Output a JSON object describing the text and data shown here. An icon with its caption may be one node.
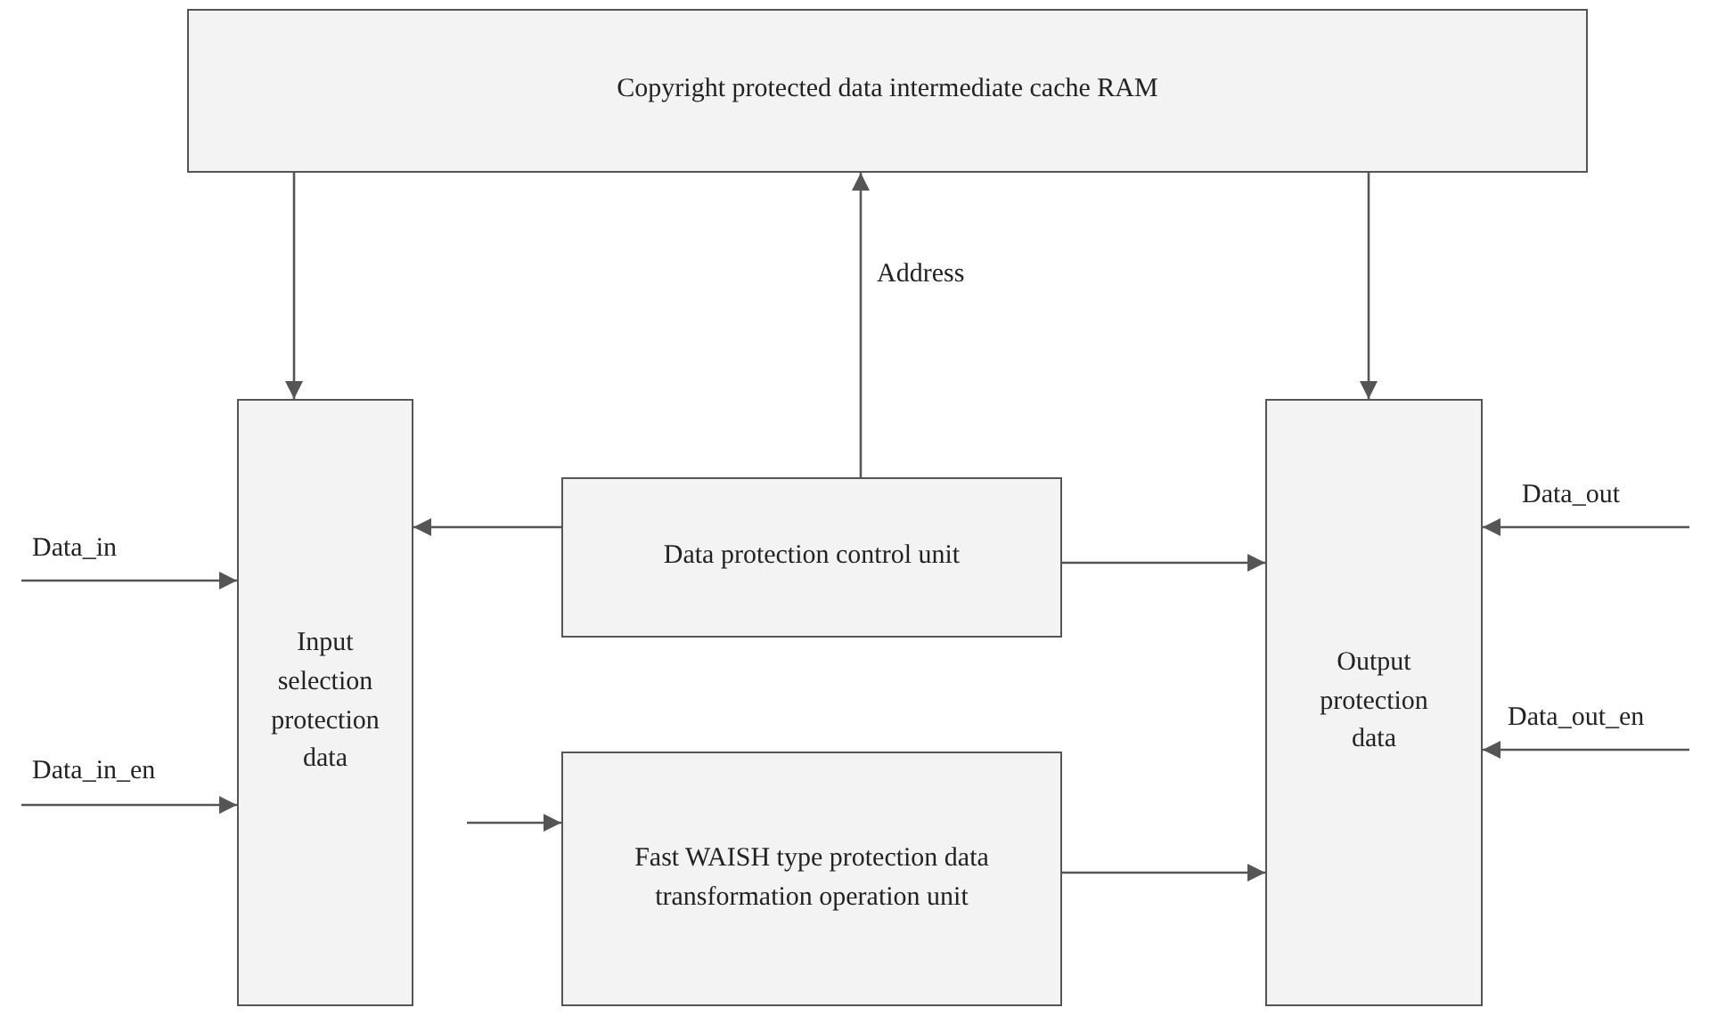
{
  "diagram": {
    "nodes": [
      {
        "text": [
          "Copyright protected data intermediate cache RAM"
        ]
      },
      {
        "text": [
          "Input selection protection data"
        ]
      },
      {
        "text": [
          "Data protection control unit"
        ]
      },
      {
        "text": [
          "Fast WAISH type protection data transformation operation unit"
        ]
      },
      {
        "text": [
          "Output protection data"
        ]
      }
    ],
    "edges": [
      {
        "from": 0,
        "to": 1,
        "arrow": "to"
      },
      {
        "from": 0,
        "to": 4,
        "arrow": "to"
      },
      {
        "from": 2,
        "to": 0,
        "arrow": "to",
        "label": "Address"
      },
      {
        "from": 2,
        "to": 1,
        "arrow": "to"
      },
      {
        "from": 2,
        "to": 4,
        "arrow": "to"
      },
      {
        "from": 1,
        "to": 3,
        "arrow": "to"
      },
      {
        "from": 3,
        "to": 4,
        "arrow": "to"
      },
      {
        "from": null,
        "to": 1,
        "arrow": "to",
        "label": "Data_in"
      },
      {
        "from": null,
        "to": 1,
        "arrow": "to",
        "label": "Data_in_en"
      },
      {
        "from": null,
        "to": 4,
        "arrow": "to",
        "label": "Data_out"
      },
      {
        "from": null,
        "to": 4,
        "arrow": "to",
        "label": "Data_out_en"
      }
    ]
  }
}
